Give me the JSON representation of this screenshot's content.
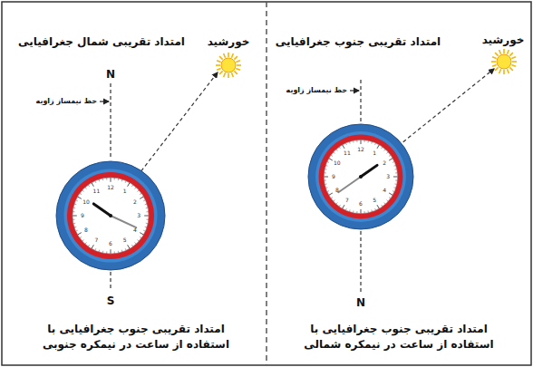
{
  "diagram": {
    "labels": [
      "امتداد تقریبی شمال جغرافیایی",
      "خورشید",
      "N",
      "خط نیمساز زاویه",
      "S",
      "امتداد تقریبی جنوب جغرافیایی با استفاده از ساعت در نیمکره جنوبی",
      "امتداد تقریبی جنوب جغرافیایی",
      "خورشید",
      "خط نیمساز زاویه",
      "N",
      "امتداد تقریبی جنوب جغرافیایی با استفاده از ساعت در نیمکره شمالی",
      "12",
      "1",
      "2",
      "3",
      "4",
      "5",
      "6",
      "7",
      "8",
      "9",
      "10",
      "11",
      "12",
      "1",
      "2",
      "3",
      "4",
      "5",
      "6",
      "7",
      "8",
      "9",
      "10",
      "11"
    ]
  }
}
